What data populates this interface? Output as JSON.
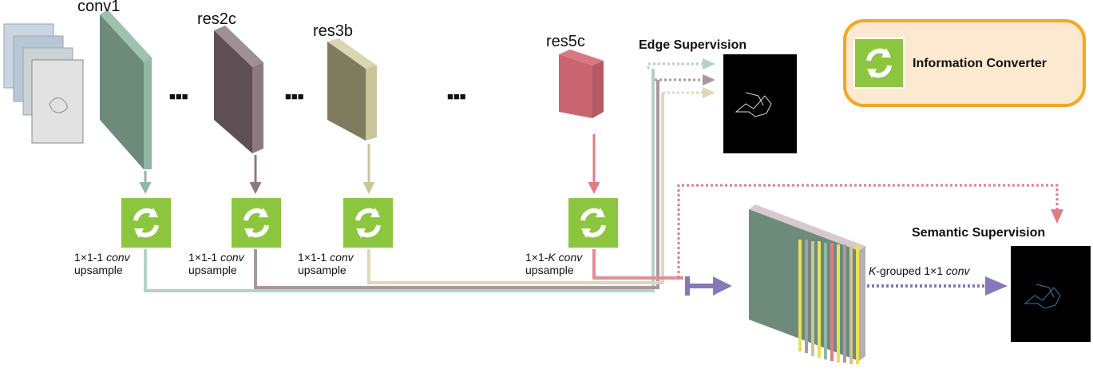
{
  "colors": {
    "conv1": "#8fb7a3",
    "conv1_front": "#6e8a7a",
    "res2c": "#8d7a80",
    "res2c_front": "#5e4f55",
    "res3b": "#c9c59a",
    "res3b_front": "#7e7b5e",
    "res5c": "#e07b86",
    "res5c_front": "#c96570",
    "converter": "#8cc63f",
    "fused_arrow": "#8878b8",
    "legend_border": "#f5a623",
    "legend_fill": "#fde9cf"
  },
  "layers": {
    "conv1": "conv1",
    "res2c": "res2c",
    "res3b": "res3b",
    "res5c": "res5c"
  },
  "ellipsis": "■■■",
  "converters": {
    "conv1": {
      "prefix": "1×1-1 ",
      "italic": "conv",
      "second": "upsample"
    },
    "res2c": {
      "prefix": "1×1-1 ",
      "italic": "conv",
      "second": "upsample"
    },
    "res3b": {
      "prefix": "1×1-1 ",
      "italic": "conv",
      "second": "upsample"
    },
    "res5c": {
      "prefix": "1×1-",
      "italic_k": "K",
      "mid": " ",
      "italic": "conv",
      "second": "upsample"
    }
  },
  "supervision": {
    "edge": "Edge Supervision",
    "semantic": "Semantic Supervision"
  },
  "grouped": {
    "italic_k": "K",
    "rest": "-grouped 1×1 ",
    "italic": "conv"
  },
  "legend": {
    "label": "Information Converter",
    "icon": "refresh-icon"
  }
}
